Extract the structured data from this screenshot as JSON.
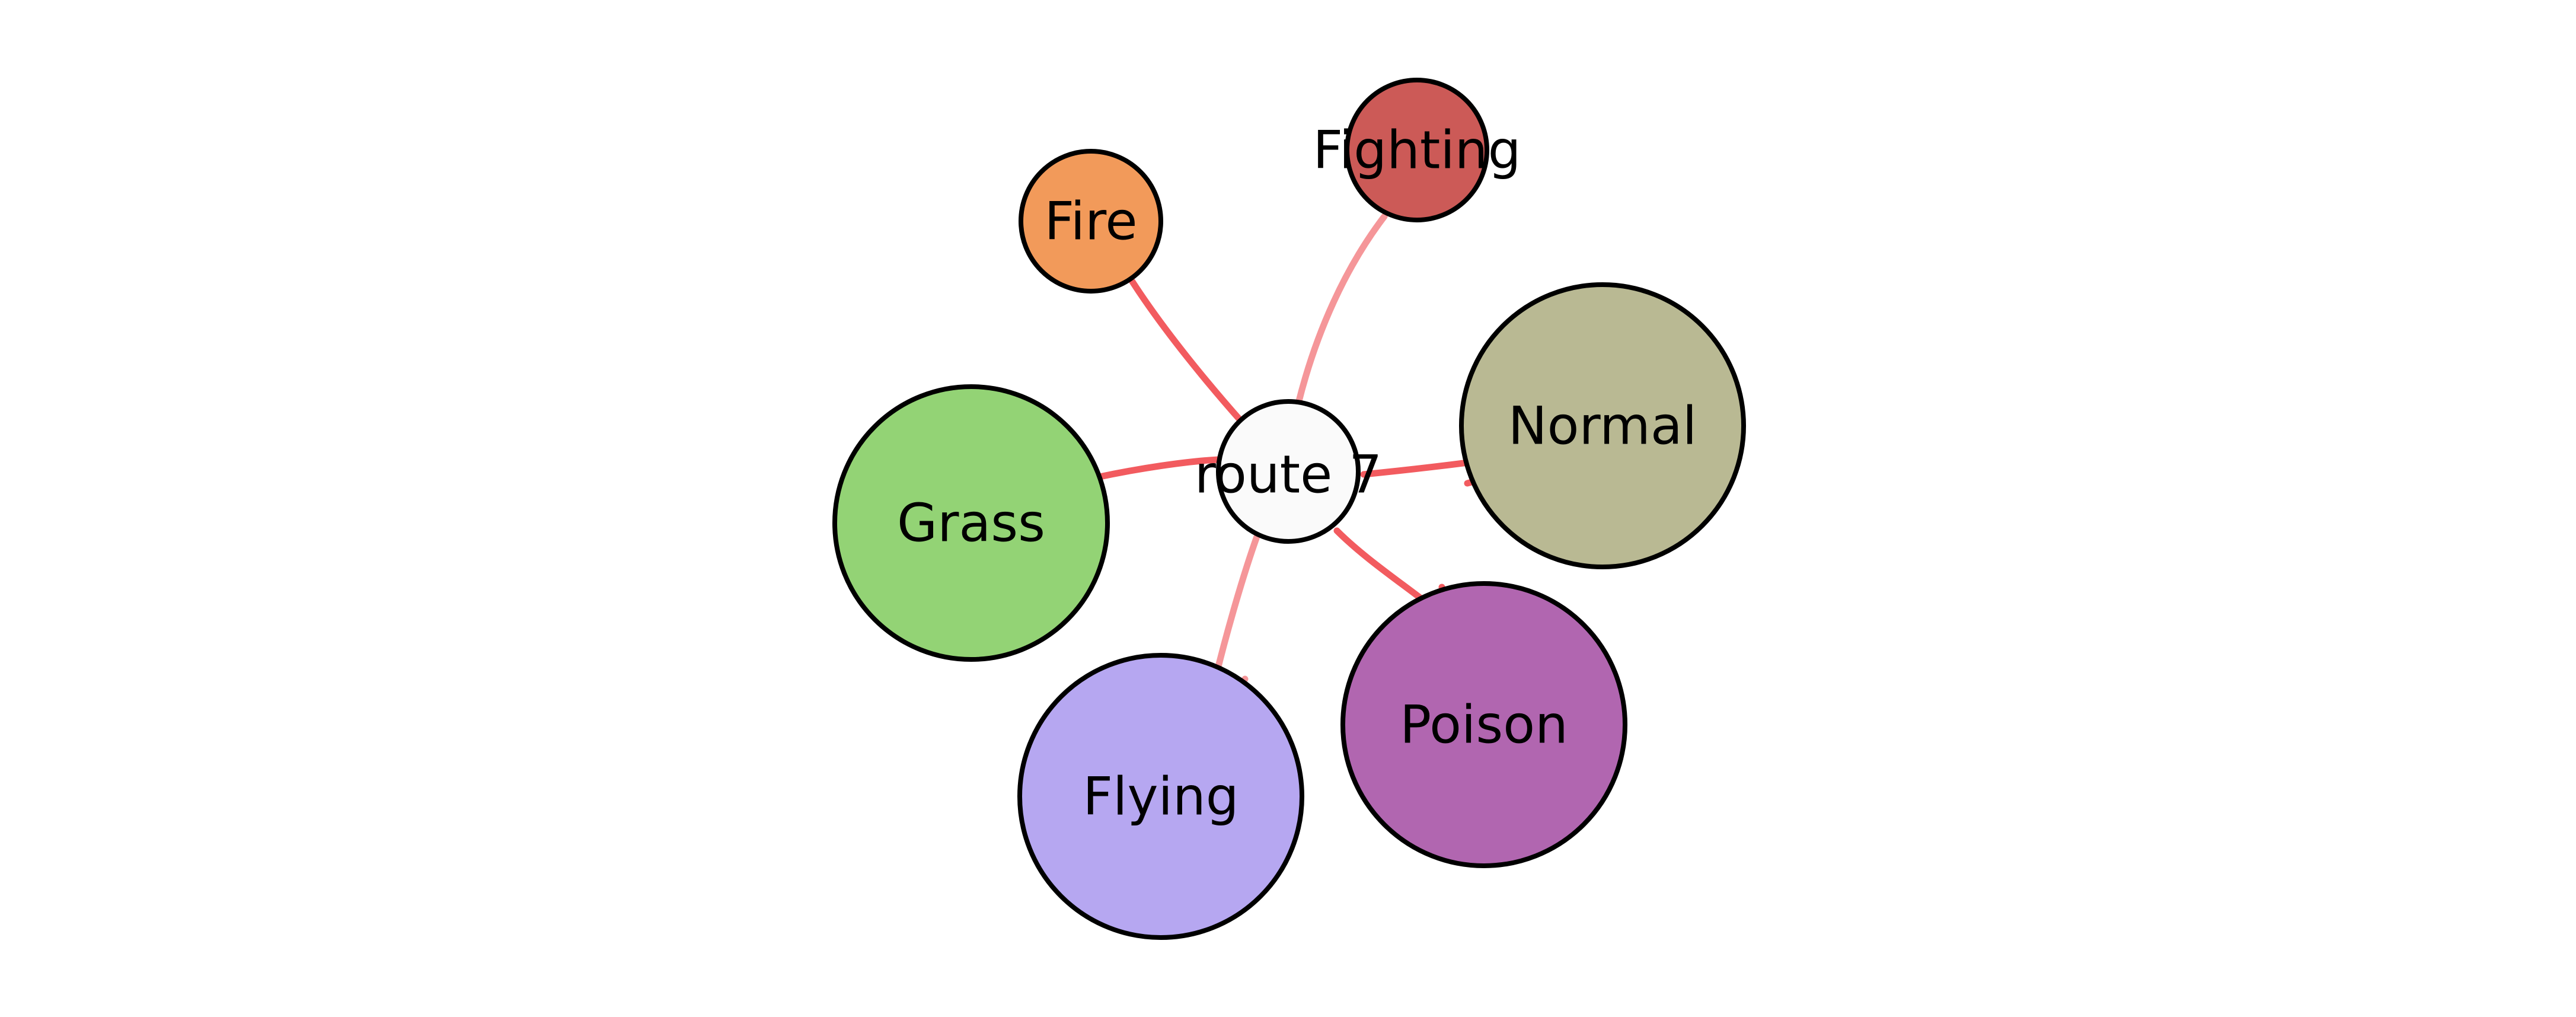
{
  "graph": {
    "center": {
      "label": "route 7",
      "color": "#fafafa"
    },
    "nodes": [
      {
        "id": "fire",
        "label": "Fire",
        "color": "#f29a5a"
      },
      {
        "id": "fighting",
        "label": "Fighting",
        "color": "#cc5a57"
      },
      {
        "id": "normal",
        "label": "Normal",
        "color": "#b9b993"
      },
      {
        "id": "grass",
        "label": "Grass",
        "color": "#93d375"
      },
      {
        "id": "poison",
        "label": "Poison",
        "color": "#b166b0"
      },
      {
        "id": "flying",
        "label": "Flying",
        "color": "#b6a7f1"
      }
    ],
    "edges": [
      {
        "from": "route 7",
        "to": "Fire",
        "color": "#f25b5f"
      },
      {
        "from": "route 7",
        "to": "Fighting",
        "color": "#f59699"
      },
      {
        "from": "route 7",
        "to": "Normal",
        "color": "#f25b5f"
      },
      {
        "from": "route 7",
        "to": "Grass",
        "color": "#f25b5f"
      },
      {
        "from": "route 7",
        "to": "Poison",
        "color": "#f25b5f"
      },
      {
        "from": "route 7",
        "to": "Flying",
        "color": "#f59699"
      }
    ]
  }
}
